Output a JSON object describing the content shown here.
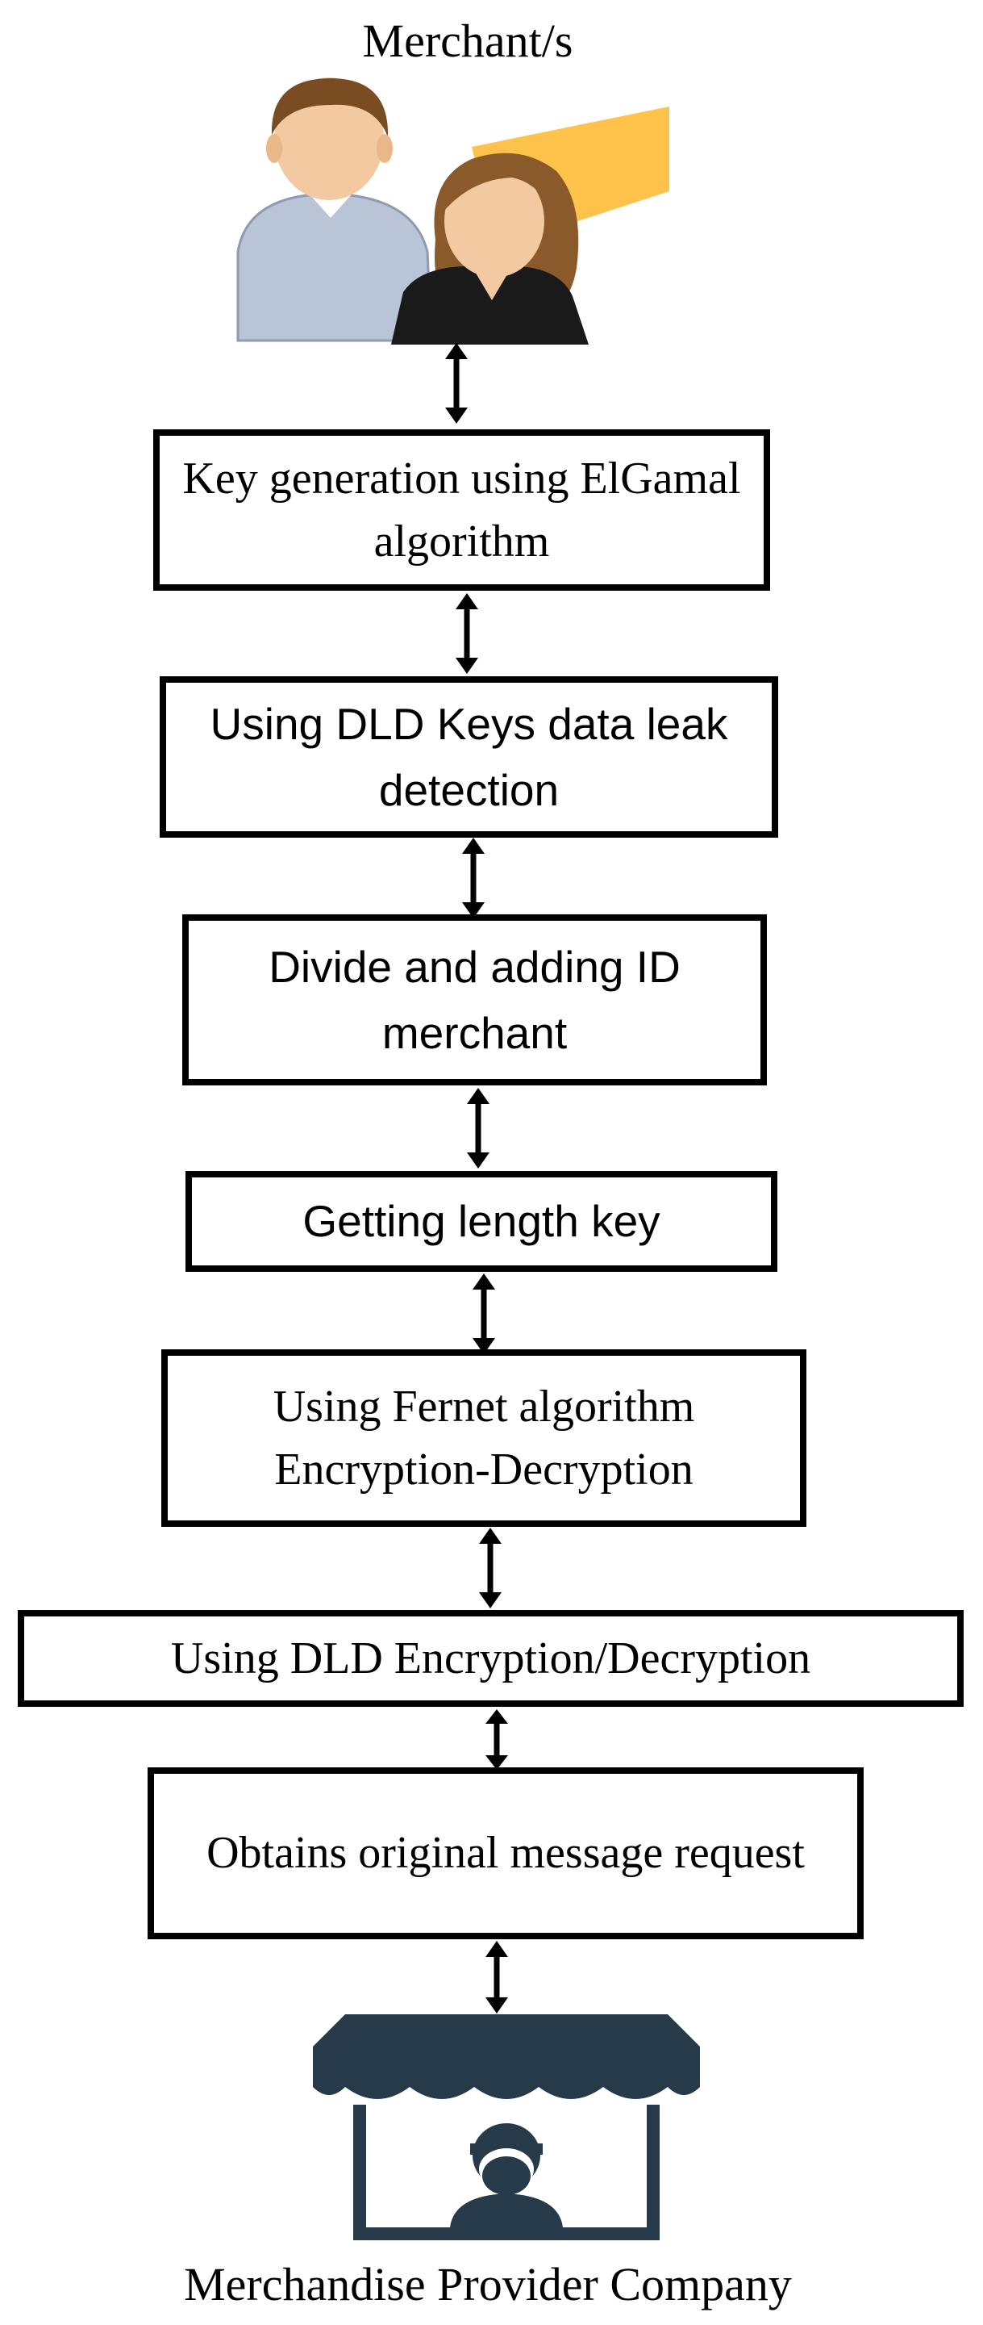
{
  "top_actor": {
    "label": "Merchant/s",
    "icon": "merchants-people-icon"
  },
  "steps": [
    {
      "text": "Key generation using ElGamal algorithm"
    },
    {
      "text": "Using DLD Keys data leak detection"
    },
    {
      "text": "Divide and adding ID merchant"
    },
    {
      "text": "Getting length key"
    },
    {
      "text": "Using Fernet algorithm Encryption-Decryption"
    },
    {
      "text": "Using DLD Encryption/Decryption"
    },
    {
      "text": "Obtains original message request"
    }
  ],
  "bottom_actor": {
    "label": "Merchandise Provider Company",
    "icon": "shop-vendor-icon"
  },
  "connector": "double-headed-arrow-icon",
  "colors": {
    "stroke": "#000000",
    "shop": "#263a4a",
    "skin": "#f2c9a0",
    "shirt": "#b9c4d6",
    "hair": "#8a5a2b",
    "accent": "#ffc24a"
  }
}
